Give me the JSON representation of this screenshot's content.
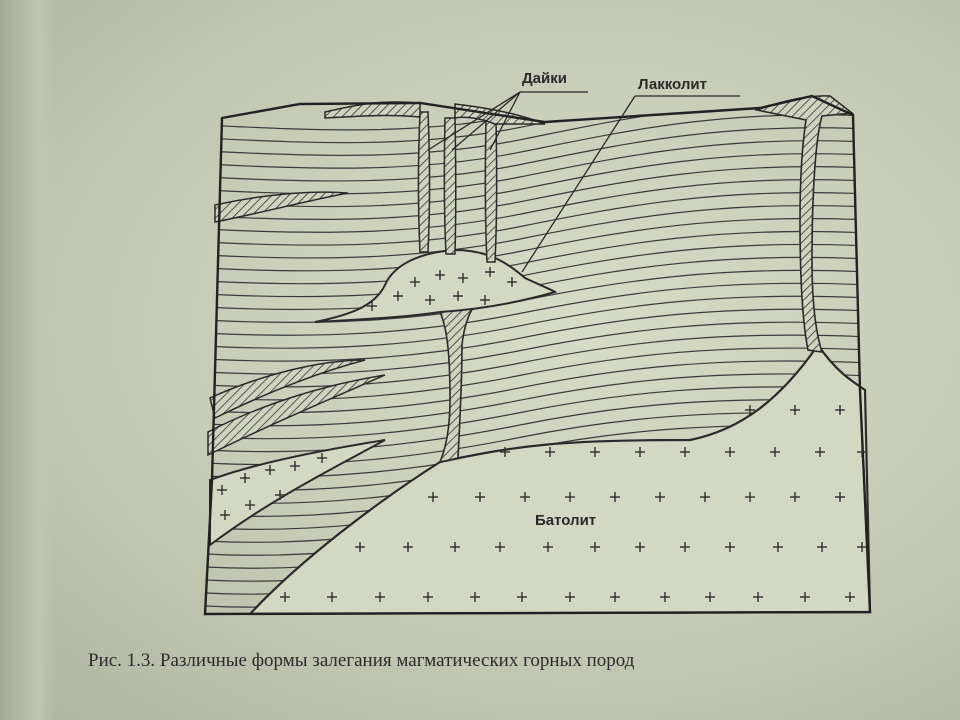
{
  "labels": {
    "dikes": "Дайки",
    "laccolith": "Лакколит",
    "batholith": "Батолит"
  },
  "caption": "Рис. 1.3. Различные формы залегания магматических горных пород"
}
